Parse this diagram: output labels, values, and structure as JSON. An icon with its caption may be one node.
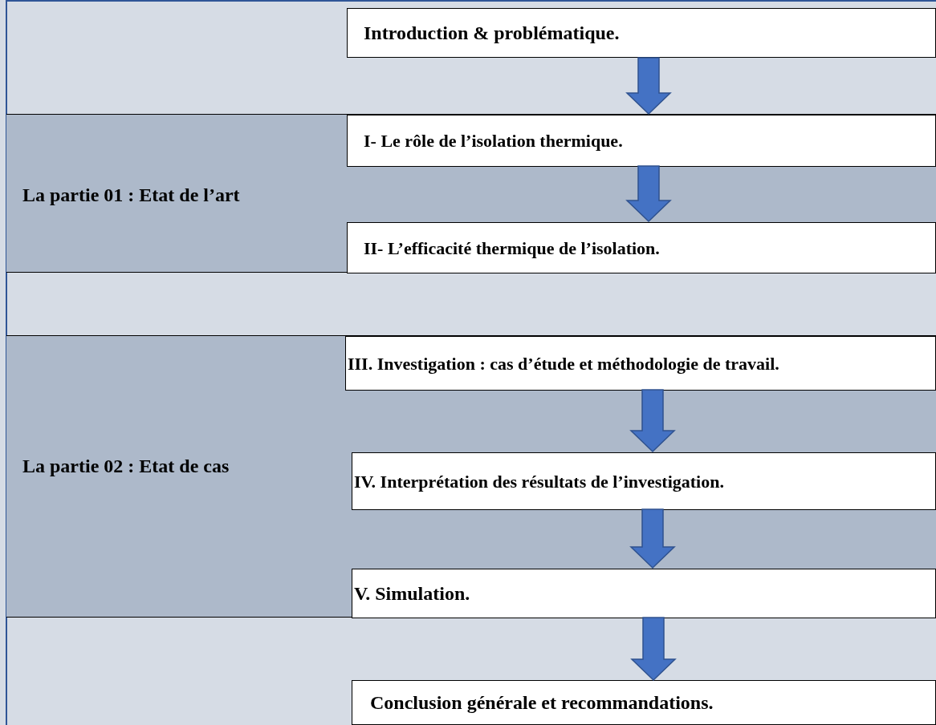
{
  "diagram": {
    "nodes": [
      {
        "text": [
          "Introduction & problématique."
        ]
      },
      {
        "text": [
          "La partie 01 : Etat de l’art"
        ]
      },
      {
        "text": [
          "I-  Le rôle de l’isolation thermique."
        ],
        "in": 1
      },
      {
        "text": [
          "II- L’efficacité thermique de l’isolation."
        ],
        "in": 1
      },
      {
        "text": [
          "La partie 02 : Etat de cas"
        ]
      },
      {
        "text": [
          "III. Investigation : cas d’étude et méthodologie de travail."
        ],
        "in": 4
      },
      {
        "text": [
          "IV. Interprétation des résultats de l’investigation."
        ],
        "in": 4
      },
      {
        "text": [
          "V. Simulation."
        ],
        "in": 4
      },
      {
        "text": [
          "Conclusion générale et recommandations."
        ]
      }
    ],
    "edges": [
      {
        "from": 0,
        "to": 2,
        "arrow": "to"
      },
      {
        "from": 2,
        "to": 3,
        "arrow": "to"
      },
      {
        "from": 5,
        "to": 6,
        "arrow": "to"
      },
      {
        "from": 6,
        "to": 7,
        "arrow": "to"
      },
      {
        "from": 7,
        "to": 8,
        "arrow": "to"
      }
    ]
  }
}
